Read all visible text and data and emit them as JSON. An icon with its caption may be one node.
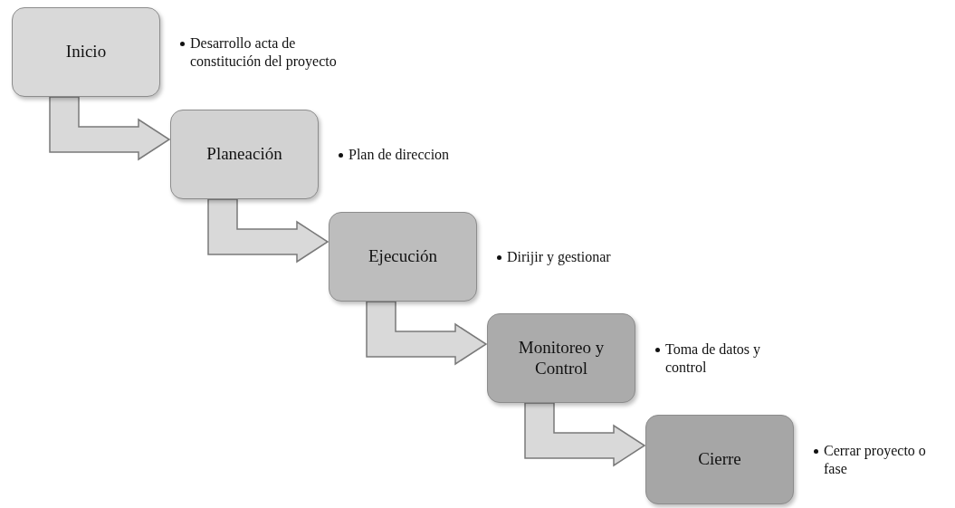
{
  "diagram": {
    "nodes": [
      {
        "text": [
          "Inicio"
        ],
        "beside": [
          "Desarrollo acta de constitución del proyecto"
        ]
      },
      {
        "text": [
          "Planeación"
        ],
        "beside": [
          "Plan de direccion"
        ]
      },
      {
        "text": [
          "Ejecución"
        ],
        "beside": [
          "Dirijir y gestionar"
        ]
      },
      {
        "text": [
          "Monitoreo y Control"
        ],
        "beside": [
          "Toma de datos y control"
        ]
      },
      {
        "text": [
          "Cierre"
        ],
        "beside": [
          "Cerrar proyecto o fase"
        ]
      }
    ],
    "edges": [
      {
        "from": 0,
        "to": 1,
        "arrow": "to",
        "style": "thick"
      },
      {
        "from": 1,
        "to": 2,
        "arrow": "to",
        "style": "thick"
      },
      {
        "from": 2,
        "to": 3,
        "arrow": "to",
        "style": "thick"
      },
      {
        "from": 3,
        "to": 4,
        "arrow": "to",
        "style": "thick"
      }
    ]
  }
}
